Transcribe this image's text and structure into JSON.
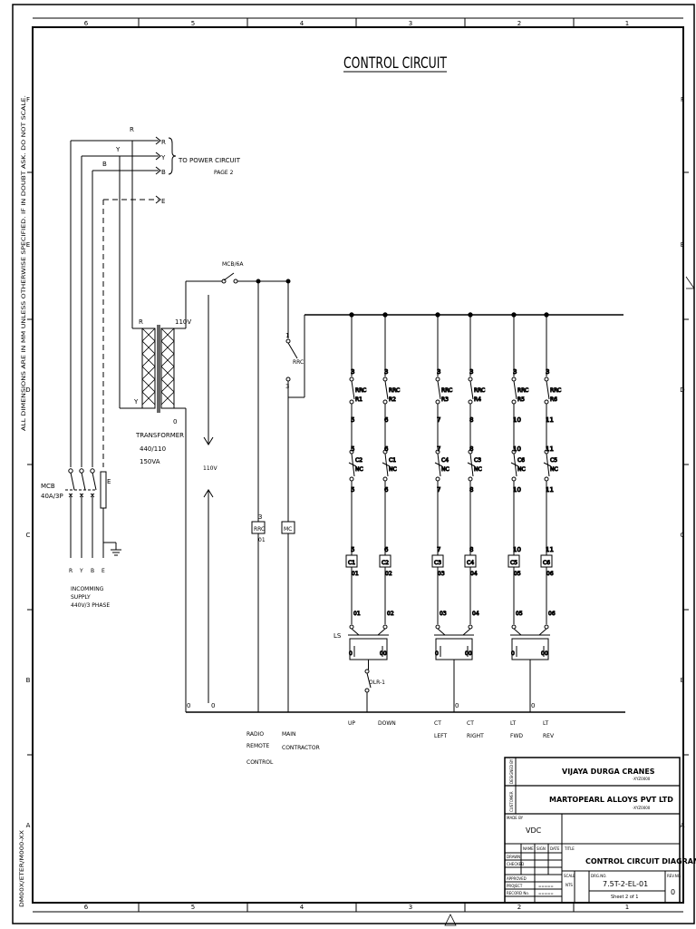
{
  "title": "CONTROL CIRCUIT",
  "border": {
    "columns": [
      "6",
      "5",
      "4",
      "3",
      "2",
      "1"
    ],
    "rows": [
      "F",
      "E",
      "D",
      "C",
      "B",
      "A"
    ],
    "side_note": "ALL DIMENSIONS ARE IN MM UNLESS OTHERWISE SPECIFIED.   IF IN DOUBT ASK.   DO NOT SCALE.",
    "side_code": "DM00X/ETER/M000-XX"
  },
  "power": {
    "phases": [
      "R",
      "Y",
      "B",
      "E"
    ],
    "to_power": "TO POWER CIRCUIT",
    "page": "PAGE 2",
    "mcb": "MCB",
    "mcb_rating": "40A/3P",
    "supply": [
      "INCOMMING",
      "SUPPLY",
      "440V/3 PHASE"
    ],
    "supply_terms": [
      "R",
      "Y",
      "B",
      "E"
    ],
    "earth": "E"
  },
  "transformer": {
    "label": "TRANSFORMER",
    "ratio": "440/110",
    "va": "150VA",
    "sec": "110V",
    "zero": "0",
    "r": "R",
    "y": "Y"
  },
  "control": {
    "mcb": "MCB/6A",
    "v110": "110V",
    "rrc": "RRC",
    "rrc_coil": "RRC",
    "mc_coil": "MC",
    "n1": "1",
    "n3": "3",
    "n01": "01",
    "zeros": [
      "0",
      "0",
      "0",
      "0"
    ],
    "olr": "OLR-1",
    "ls": "LS"
  },
  "branches": [
    {
      "top": "3",
      "relay": "RRC",
      "relay_id": "R1",
      "mid": "5",
      "ic_n": "C2",
      "ic_nc": "NC",
      "pre": "5",
      "coil_n": "5",
      "coil": "C1",
      "coil_out": "01",
      "lim": "01"
    },
    {
      "top": "3",
      "relay": "RRC",
      "relay_id": "R2",
      "mid": "6",
      "ic_n": "C1",
      "ic_nc": "NC",
      "pre": "6",
      "coil_n": "6",
      "coil": "C2",
      "coil_out": "02",
      "lim": "02"
    },
    {
      "top": "3",
      "relay": "RRC",
      "relay_id": "R3",
      "mid": "7",
      "ic_n": "C4",
      "ic_nc": "NC",
      "pre": "7",
      "coil_n": "7",
      "coil": "C3",
      "coil_out": "03",
      "lim": "03"
    },
    {
      "top": "3",
      "relay": "RRC",
      "relay_id": "R4",
      "mid": "8",
      "ic_n": "C3",
      "ic_nc": "NC",
      "pre": "8",
      "coil_n": "8",
      "coil": "C4",
      "coil_out": "04",
      "lim": "04"
    },
    {
      "top": "3",
      "relay": "RRC",
      "relay_id": "R5",
      "mid": "10",
      "ic_n": "C6",
      "ic_nc": "NC",
      "pre": "10",
      "coil_n": "10",
      "coil": "C5",
      "coil_out": "05",
      "lim": "05"
    },
    {
      "top": "3",
      "relay": "RRC",
      "relay_id": "R6",
      "mid": "11",
      "ic_n": "C5",
      "ic_nc": "NC",
      "pre": "11",
      "coil_n": "11",
      "coil": "C6",
      "coil_out": "06",
      "lim": "06"
    }
  ],
  "bottom_labels": {
    "radio": [
      "RADIO",
      "REMOTE",
      "CONTROL"
    ],
    "main": [
      "MAIN",
      "CONTRACTOR"
    ],
    "up": "UP",
    "down": "DOWN",
    "ct_left": [
      "CT",
      "LEFT"
    ],
    "ct_right": [
      "CT",
      "RIGHT"
    ],
    "lt_fwd": [
      "LT",
      "FWD"
    ],
    "lt_rev": [
      "LT",
      "REV"
    ]
  },
  "title_block": {
    "designer_side": "DESIGNED BY",
    "designer": "VIJAYA DURGA CRANES",
    "designer_code": "-XYZ0000",
    "customer_side": "CUSTOMER",
    "customer": "MARTOPEARL ALLOYS PVT LTD",
    "customer_code": "-XYZ0000",
    "made_by": "MADE BY",
    "maker": "VDC",
    "name_col": "NAME",
    "sign_col": "SIGN",
    "date_col": "DATE",
    "title_label": "TITLE",
    "drawn": "DRAWN",
    "checked": "CHECKED",
    "approved": "APPROVED",
    "project": "PROJECT",
    "record": "RECORD No.",
    "scale_label": "SCALE",
    "scale_value": "NTS",
    "drgno_label": "DRG.NO.",
    "drgno": "7.5T-2-EL-01",
    "revno_label": "REV.NO.",
    "revno": "0",
    "sheet": "Sheet 2 of 1",
    "dwg_title": "CONTROL CIRCUIT DIAGRAM",
    "dash": "====="
  }
}
